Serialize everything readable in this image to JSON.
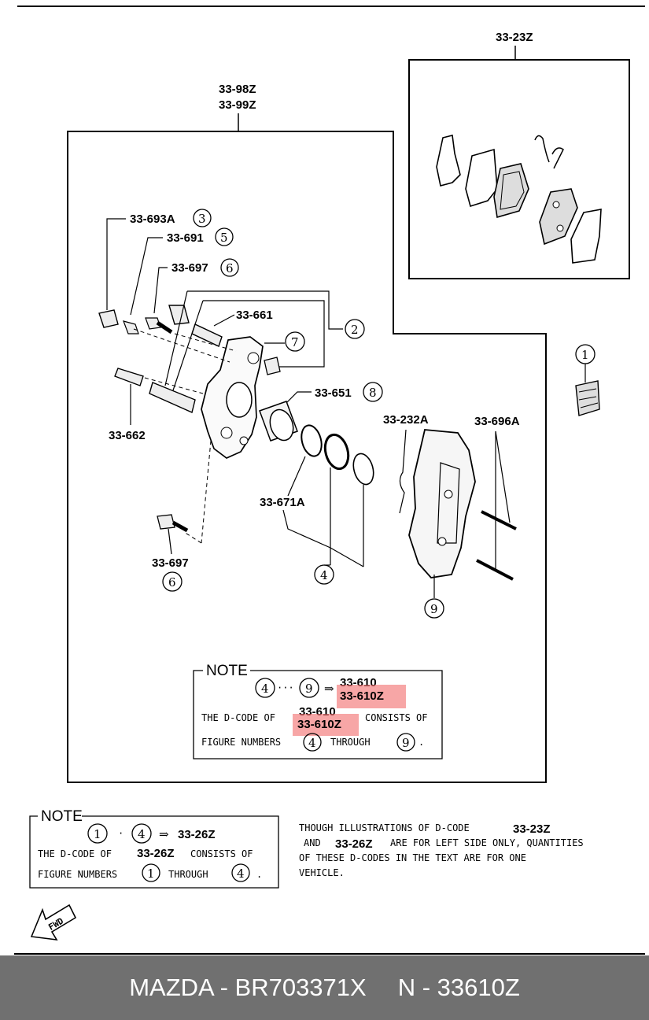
{
  "header_codes": {
    "pad_kit": "33-23Z",
    "caliper_left_1": "33-98Z",
    "caliper_left_2": "33-99Z"
  },
  "callouts": {
    "c693a": "33-693A",
    "c691": "33-691",
    "c697_top": "33-697",
    "c661": "33-661",
    "c651": "33-651",
    "c662": "33-662",
    "c232a": "33-232A",
    "c696a": "33-696A",
    "c671a": "33-671A",
    "c697_bottom": "33-697"
  },
  "circled_numbers": {
    "n1": "1",
    "n2": "2",
    "n3": "3",
    "n4": "4",
    "n4b": "4",
    "n5": "5",
    "n6a": "6",
    "n6b": "6",
    "n7": "7",
    "n8": "8",
    "n9": "9",
    "n9b": "9"
  },
  "note_inner": {
    "title": "NOTE",
    "from": "4",
    "dots": "···",
    "to": "9",
    "arrow": "⇒",
    "code_plain": "33-610",
    "code_highlight": "33-610Z",
    "line1_prefix": "THE D-CODE OF",
    "line1_code": "33-610",
    "line1_code_hl": "33-610Z",
    "line1_suffix": "CONSISTS OF",
    "line2_prefix": "FIGURE NUMBERS",
    "line2_from": "4",
    "line2_mid": "THROUGH",
    "line2_to": "9",
    "line2_end": "."
  },
  "note_outer": {
    "title": "NOTE",
    "from": "1",
    "dots": "·",
    "to": "4",
    "arrow": "⇒",
    "code": "33-26Z",
    "line1_prefix": "THE D-CODE OF",
    "line1_code": "33-26Z",
    "line1_suffix": "CONSISTS OF",
    "line2_prefix": "FIGURE NUMBERS",
    "line2_from": "1",
    "line2_mid": "THROUGH",
    "line2_to": "4",
    "line2_end": "."
  },
  "side_text": {
    "l1a": "THOUGH  ILLUSTRATIONS  OF  D-CODE",
    "l1b": "33-23Z",
    "l2a": "AND",
    "l2b": "33-26Z",
    "l2c": "ARE  FOR  LEFT  SIDE  ONLY, QUANTITIES",
    "l3": "OF  THESE  D-CODES  IN  THE  TEXT  ARE  FOR  ONE",
    "l4": "VEHICLE."
  },
  "fwd_label": "FWD",
  "footer": {
    "brand": "MAZDA - BR703371X",
    "part": "N - 33610Z"
  }
}
